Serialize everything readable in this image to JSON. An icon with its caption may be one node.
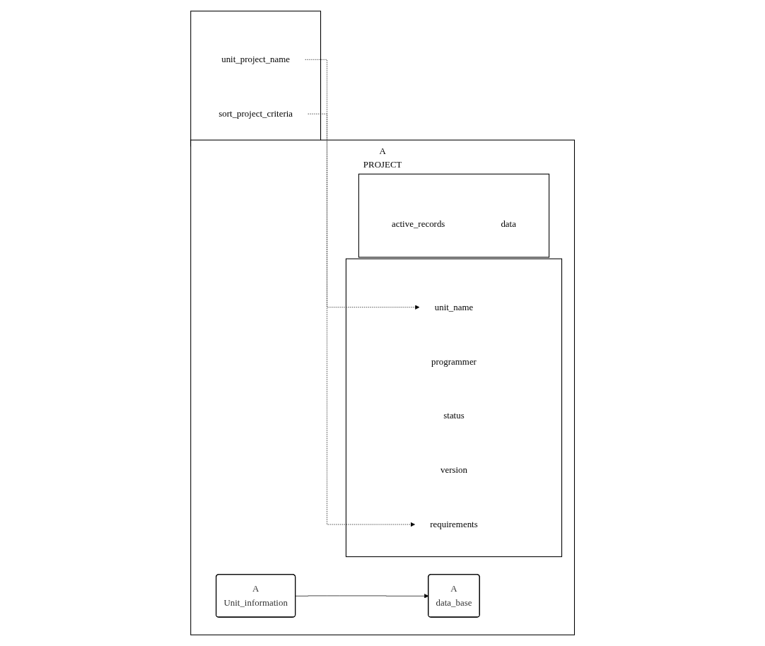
{
  "diagram": {
    "nodes": [
      {
        "text": [
          "A",
          "PROJECT"
        ]
      },
      {
        "text": [],
        "shape": "box"
      },
      {
        "text": [
          "unit_project_name"
        ],
        "in": 1
      },
      {
        "text": [
          "sort_project_criteria"
        ],
        "in": 1
      },
      {
        "text": [
          "A",
          "Unit_information"
        ],
        "in": 0
      },
      {
        "text": [],
        "shape": "box",
        "in": 0
      },
      {
        "text": [
          "unit_name"
        ],
        "in": 5
      },
      {
        "text": [
          "programmer"
        ],
        "in": 5
      },
      {
        "text": [
          "status"
        ],
        "in": 5
      },
      {
        "text": [
          "version"
        ],
        "in": 5
      },
      {
        "text": [
          "requirements"
        ],
        "in": 5
      },
      {
        "text": [
          "A",
          "data_base"
        ],
        "in": 0
      },
      {
        "text": [],
        "shape": "box",
        "in": 0
      },
      {
        "text": [
          "active_records"
        ],
        "in": 12
      },
      {
        "text": [
          "data"
        ],
        "in": 12
      }
    ],
    "edges": [
      {
        "from": 2,
        "to": 6,
        "arrow": "to",
        "style": "dashed"
      },
      {
        "from": 3,
        "to": 10,
        "arrow": "to",
        "style": "dashed"
      },
      {
        "from": 4,
        "to": 11,
        "arrow": "to"
      }
    ]
  }
}
